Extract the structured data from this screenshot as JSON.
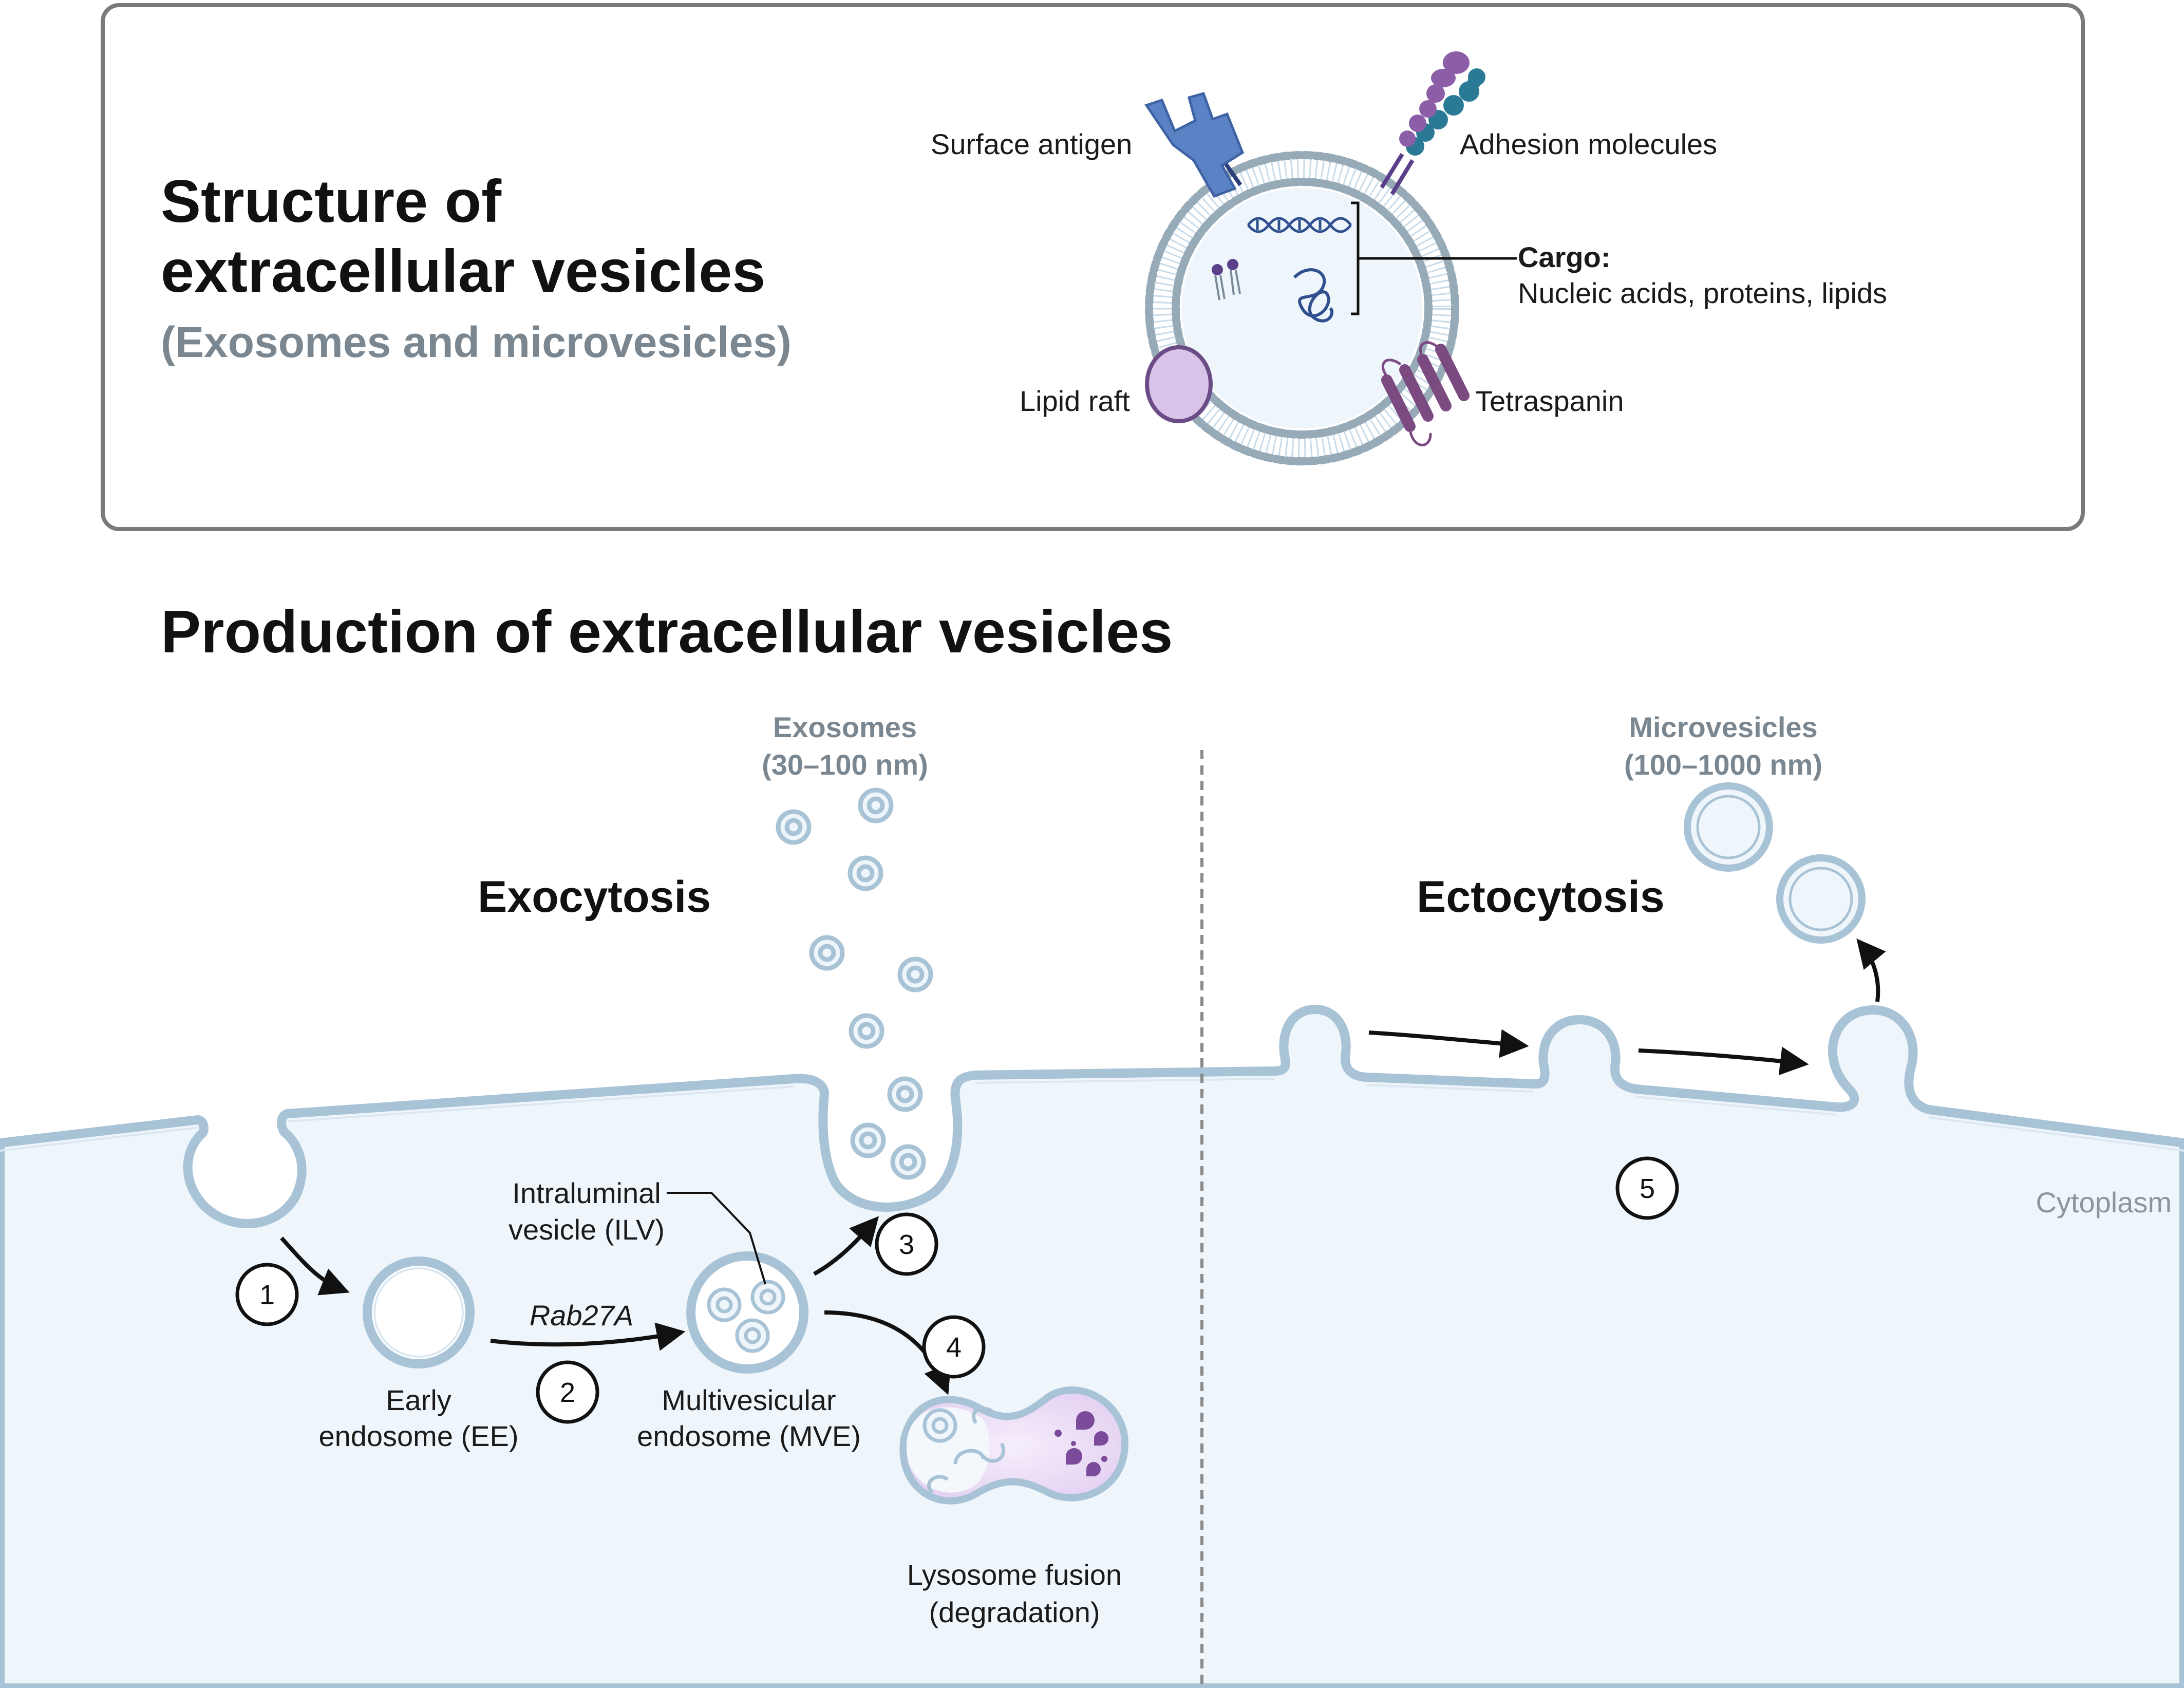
{
  "structure": {
    "title_line1": "Structure of",
    "title_line2": "extracellular vesicles",
    "subtitle": "(Exosomes and microvesicles)",
    "labels": {
      "surface_antigen": "Surface antigen",
      "adhesion_molecules": "Adhesion molecules",
      "cargo_title": "Cargo:",
      "cargo_items": "Nucleic acids, proteins, lipids",
      "lipid_raft": "Lipid raft",
      "tetraspanin": "Tetraspanin"
    }
  },
  "production": {
    "title": "Production of extracellular vesicles",
    "exosomes_line1": "Exosomes",
    "exosomes_line2": "(30–100 nm)",
    "microvesicles_line1": "Microvesicles",
    "microvesicles_line2": "(100–1000 nm)",
    "exocytosis": "Exocytosis",
    "ectocytosis": "Ectocytosis",
    "ilv_line1": "Intraluminal",
    "ilv_line2": "vesicle (ILV)",
    "rab": "Rab27A",
    "early_line1": "Early",
    "early_line2": "endosome (EE)",
    "mve_line1": "Multivesicular",
    "mve_line2": "endosome (MVE)",
    "lyso_line1": "Lysosome fusion",
    "lyso_line2": "(degradation)",
    "cytoplasm": "Cytoplasm",
    "steps": [
      "1",
      "2",
      "3",
      "4",
      "5"
    ]
  },
  "colors": {
    "membrane": "#a9c3d6",
    "membrane_fill": "#eef6fc",
    "cytoplasm_fill": "#eef6fc",
    "box_border": "#7a7a7a",
    "tetraspanin": "#7b4a80",
    "lipid_raft": "#d8c4e8",
    "surface_antigen": "#5b82c4",
    "adhesion": "#8c5ea8",
    "adhesion_teal": "#2b7a95"
  }
}
